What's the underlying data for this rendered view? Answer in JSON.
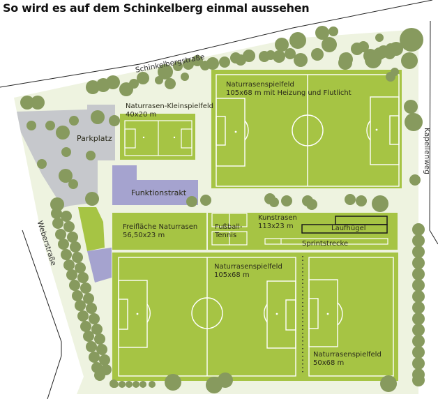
{
  "title": "So wird es auf dem Schinkelberg einmal aussehen",
  "streets": {
    "north": "Schinkelbergstraße",
    "east": "Kapellenweg",
    "west": "Weberstraße"
  },
  "areas": {
    "parking": "Parkplatz",
    "function_building": "Funktionstrakt",
    "small_field_name": "Naturrasen-Kleinspielfeld",
    "small_field_size": "40x20 m",
    "top_field_name": "Naturrasenspielfeld",
    "top_field_size": "105x68 m mit Heizung und Flutlicht",
    "open_space_name": "Freifläche Naturrasen",
    "open_space_size": "56,50x23 m",
    "footvolley_line1": "Fußball-",
    "footvolley_line2": "Tennis",
    "artificial_name": "Kunstrasen",
    "artificial_size": "113x23 m",
    "hill": "Laufhügel",
    "sprint": "Sprintstrecke",
    "bottom_field_name": "Naturrasenspielfeld",
    "bottom_field_size": "105x68 m",
    "small_bottom_field_name": "Naturrasenspielfeld",
    "small_bottom_field_size": "50x68 m"
  },
  "colors": {
    "background_green": "#eef3e0",
    "field_green": "#a6c444",
    "tree_green": "#879a5e",
    "parking_gray": "#c6c8cc",
    "building_purple": "#a5a3cf",
    "line_white": "#ffffff"
  }
}
